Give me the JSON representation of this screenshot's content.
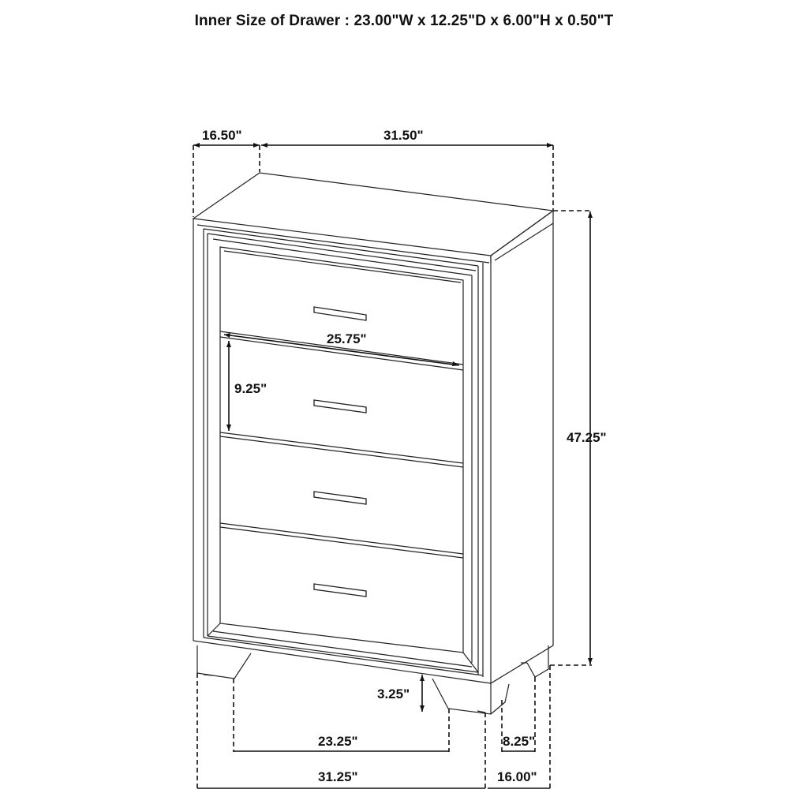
{
  "title": "Inner Size of Drawer : 23.00\"W x 12.25\"D x 6.00\"H x 0.50\"T",
  "diagram": {
    "subject": "5-drawer chest line drawing (isometric)",
    "dimensions": {
      "top_depth": "16.50\"",
      "top_width": "31.50\"",
      "overall_height": "47.25\"",
      "drawer_front_width": "25.75\"",
      "drawer_front_height": "9.25\"",
      "leg_height": "3.25\"",
      "front_leg_span": "23.25\"",
      "base_width": "31.25\"",
      "side_leg_span": "8.25\"",
      "base_depth": "16.00\""
    },
    "drawer_count": 4,
    "line_color": "#222222",
    "background": "#ffffff"
  }
}
